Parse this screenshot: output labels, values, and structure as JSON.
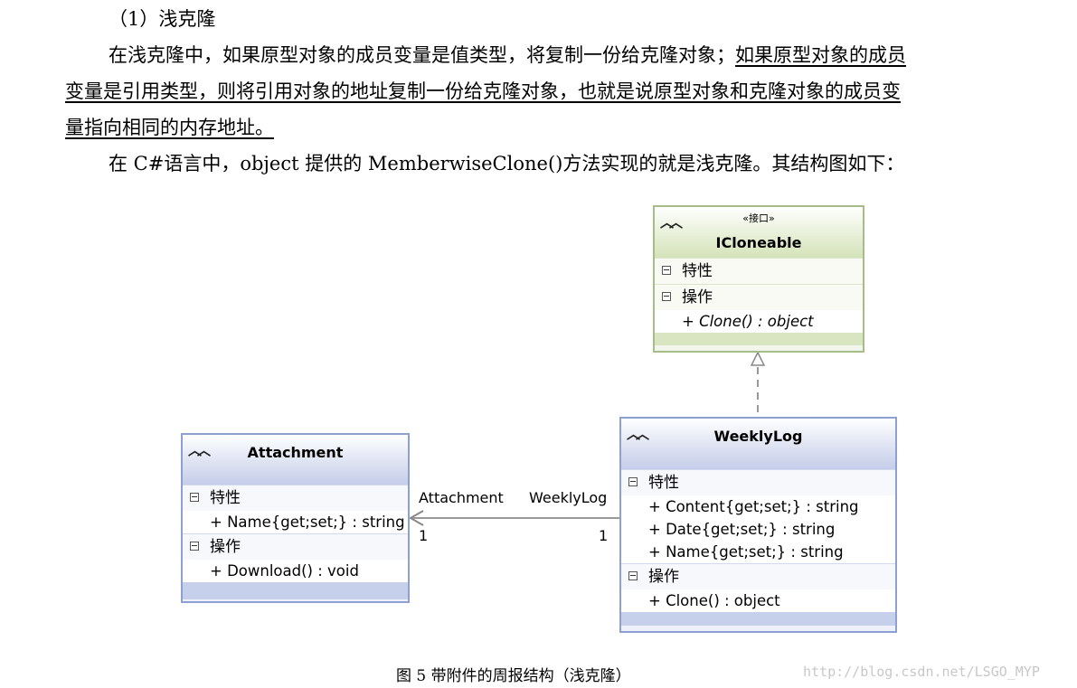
{
  "text": {
    "heading": "（1）浅克隆",
    "p1_a": "在浅克隆中，如果原型对象的成员变量是值类型，将复制一份给克隆对象；",
    "p1_b": "如果原型对象的成员",
    "p1_c": "变量是引用类型，则将引用对象的地址复制一份给克隆对象，也就是说原型对象和克隆对象的成员变",
    "p1_d": "量指向相同的内存地址。",
    "p2": "在 C#语言中，object 提供的 MemberwiseClone()方法实现的就是浅克隆。其结构图如下："
  },
  "diagram": {
    "icloneable": {
      "stereotype": "«接口»",
      "name": "ICloneable",
      "attr_section": "特性",
      "op_section": "操作",
      "operations": [
        "+ Clone() : object"
      ]
    },
    "weeklylog": {
      "name": "WeeklyLog",
      "attr_section": "特性",
      "attributes": [
        "+ Content{get;set;} : string",
        "+ Date{get;set;} : string",
        "+ Name{get;set;} : string"
      ],
      "op_section": "操作",
      "operations": [
        "+ Clone() : object"
      ]
    },
    "attachment": {
      "name": "Attachment",
      "attr_section": "特性",
      "attributes": [
        "+ Name{get;set;} : string"
      ],
      "op_section": "操作",
      "operations": [
        "+ Download() : void"
      ]
    },
    "association": {
      "role_left": "Attachment",
      "role_right": "WeeklyLog",
      "mult_left": "1",
      "mult_right": "1"
    }
  },
  "caption": "图 5  带附件的周报结构（浅克隆）",
  "watermark": "http://blog.csdn.net/LSGO_MYP",
  "colors": {
    "class_border": "#8d9fd3",
    "interface_border": "#a6bc8a",
    "connector": "#999999"
  }
}
